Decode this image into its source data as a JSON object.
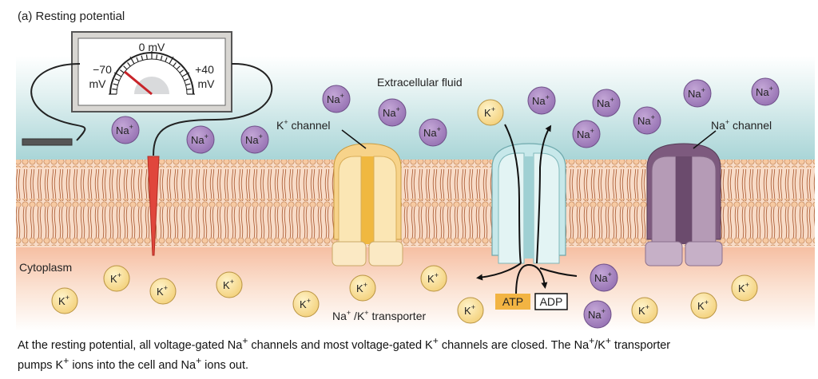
{
  "panel_label": "(a) Resting potential",
  "regions": {
    "extracellular": "Extracellular fluid",
    "cytoplasm": "Cytoplasm"
  },
  "meter": {
    "left_value": "−70",
    "left_unit": "mV",
    "zero_label": "0 mV",
    "right_value": "+40",
    "right_unit": "mV",
    "reading_mv": -70
  },
  "labels": {
    "k_channel": {
      "base": "K",
      "sup": "+",
      "rest": " channel"
    },
    "na_channel": {
      "base": "Na",
      "sup": "+",
      "rest": " channel"
    },
    "transporter": {
      "a": "Na",
      "a_sup": "+",
      "mid": " /K",
      "b_sup": "+",
      "rest": " transporter"
    },
    "atp": "ATP",
    "adp": "ADP"
  },
  "ion_text": {
    "na": {
      "base": "Na",
      "sup": "+"
    },
    "k": {
      "base": "K",
      "sup": "+"
    }
  },
  "colors": {
    "na_ion": "#a784c0",
    "k_ion": "#f6d98a",
    "k_channel": "#f2c26a",
    "transporter": "#bfe3e6",
    "na_channel": "#8c6a8c",
    "electrode": "#e0463c",
    "atp_fill": "#f2b443",
    "extracellular_top": "#e8f4f4",
    "extracellular_band": "#b7dbdc",
    "cytoplasm": "#f7c8b0"
  },
  "caption": {
    "line1_a": "At the resting potential, all voltage-gated Na",
    "sup1": "+",
    "line1_b": " channels and most voltage-gated K",
    "sup2": "+",
    "line1_c": " channels are closed. The Na",
    "sup3": "+",
    "line1_d": "/K",
    "sup4": "+",
    "line1_e": " transporter",
    "line2_a": "pumps K",
    "sup5": "+",
    "line2_b": " ions into the cell and Na",
    "sup6": "+",
    "line2_c": " ions out."
  }
}
